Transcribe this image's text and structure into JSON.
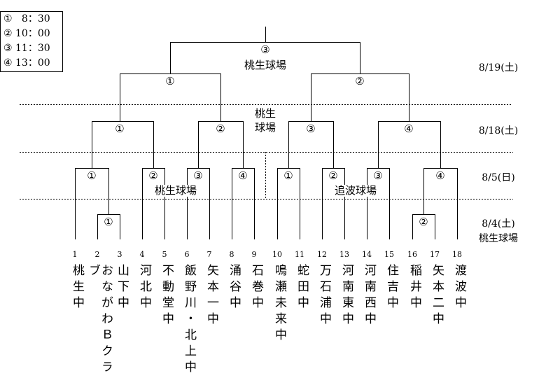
{
  "legend": [
    {
      "mark": "①",
      "time": "  8：30"
    },
    {
      "mark": "②",
      "time": "10：00"
    },
    {
      "mark": "③",
      "time": "11：30"
    },
    {
      "mark": "④",
      "time": "13：00"
    }
  ],
  "final": {
    "mark": "③",
    "venue": "桃生球場"
  },
  "semis": {
    "left": "①",
    "right": "②"
  },
  "quarter": {
    "m1": "①",
    "m2": "②",
    "m3": "③",
    "m4": "④",
    "venue_line1": "桃生",
    "venue_line2": "球場"
  },
  "round2": {
    "m1": "①",
    "m2": "②",
    "m3": "③",
    "m4": "④",
    "m5": "①",
    "m6": "②",
    "m7": "③",
    "m8": "④",
    "venue_left": "桃生球場",
    "venue_right": "追波球場"
  },
  "round1": {
    "m1": "①",
    "m2": "②"
  },
  "dates": {
    "d819": "8/19(土)",
    "d818": "8/18(土)",
    "d85": "8/5(日)",
    "d84": "8/4(土)",
    "d84_venue": "桃生球場"
  },
  "teams": [
    {
      "no": "1",
      "name": "桃生中"
    },
    {
      "no": "2",
      "name": "おながわＢクラブ"
    },
    {
      "no": "3",
      "name": "山下中"
    },
    {
      "no": "4",
      "name": "河北中"
    },
    {
      "no": "5",
      "name": "不動堂中"
    },
    {
      "no": "6",
      "name": "飯野川・北上中"
    },
    {
      "no": "7",
      "name": "矢本一中"
    },
    {
      "no": "8",
      "name": "涌谷中"
    },
    {
      "no": "9",
      "name": "石巻中"
    },
    {
      "no": "10",
      "name": "鳴瀬未来中"
    },
    {
      "no": "11",
      "name": "蛇田中"
    },
    {
      "no": "12",
      "name": "万石浦中"
    },
    {
      "no": "13",
      "name": "河南東中"
    },
    {
      "no": "14",
      "name": "河南西中"
    },
    {
      "no": "15",
      "name": "住吉中"
    },
    {
      "no": "16",
      "name": "稲井中"
    },
    {
      "no": "17",
      "name": "矢本二中"
    },
    {
      "no": "18",
      "name": "渡波中"
    }
  ]
}
